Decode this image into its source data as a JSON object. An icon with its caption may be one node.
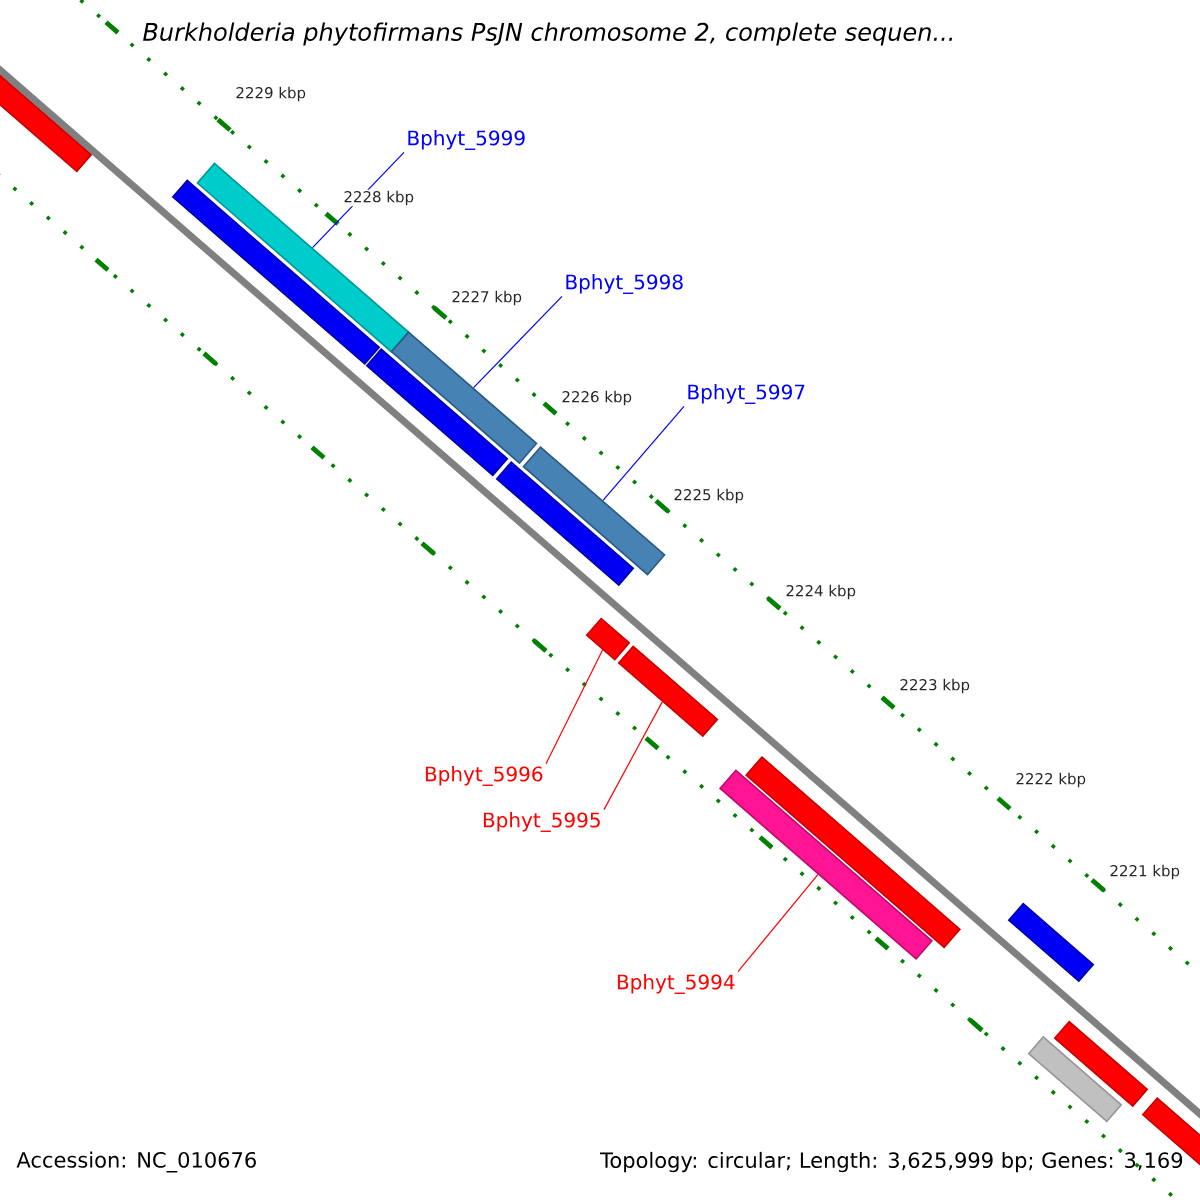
{
  "diagram": {
    "title": "Burkholderia phytofirmans PsJN chromosome 2, complete sequen...",
    "nodes": [
      {
        "text": [
          "Bphyt_5999"
        ]
      },
      {
        "text": [
          "Bphyt_5998"
        ]
      },
      {
        "text": [
          "Bphyt_5997"
        ]
      },
      {
        "text": [
          "Bphyt_5996"
        ]
      },
      {
        "text": [
          "Bphyt_5995"
        ]
      },
      {
        "text": [
          "Bphyt_5994"
        ]
      },
      {
        "text": [],
        "shape": "bar"
      },
      {
        "text": [],
        "shape": "bar"
      },
      {
        "text": [],
        "shape": "bar"
      },
      {
        "text": [],
        "shape": "bar"
      },
      {
        "text": [],
        "shape": "bar"
      },
      {
        "text": [],
        "shape": "bar"
      },
      {
        "text": [],
        "shape": "bar"
      },
      {
        "text": [],
        "shape": "bar"
      },
      {
        "text": [],
        "shape": "bar"
      },
      {
        "text": [],
        "shape": "bar"
      },
      {
        "text": [],
        "shape": "bar"
      },
      {
        "text": [],
        "shape": "bar"
      },
      {
        "text": [],
        "shape": "bar"
      },
      {
        "text": [],
        "shape": "bar"
      },
      {
        "text": [],
        "shape": "bar"
      }
    ],
    "edges": [
      {
        "from": 0,
        "to": 8,
        "arrow": "none",
        "color": "#0000ff"
      },
      {
        "from": 1,
        "to": 10,
        "arrow": "none",
        "color": "#0000ff"
      },
      {
        "from": 2,
        "to": 12,
        "arrow": "none",
        "color": "#0000ff"
      },
      {
        "from": 3,
        "to": 13,
        "arrow": "none",
        "color": "#ff0000"
      },
      {
        "from": 4,
        "to": 14,
        "arrow": "none",
        "color": "#ff0000"
      },
      {
        "from": 5,
        "to": 15,
        "arrow": "none",
        "color": "#ff0000"
      }
    ],
    "labels": [
      "2229 kbp",
      "2228 kbp",
      "2227 kbp",
      "2226 kbp",
      "2225 kbp",
      "2224 kbp",
      "2223 kbp",
      "2222 kbp",
      "2221 kbp",
      "Accession: NC_010676",
      "Topology: circular; Length: 3,625,999 bp; Genes: 3,169"
    ]
  }
}
